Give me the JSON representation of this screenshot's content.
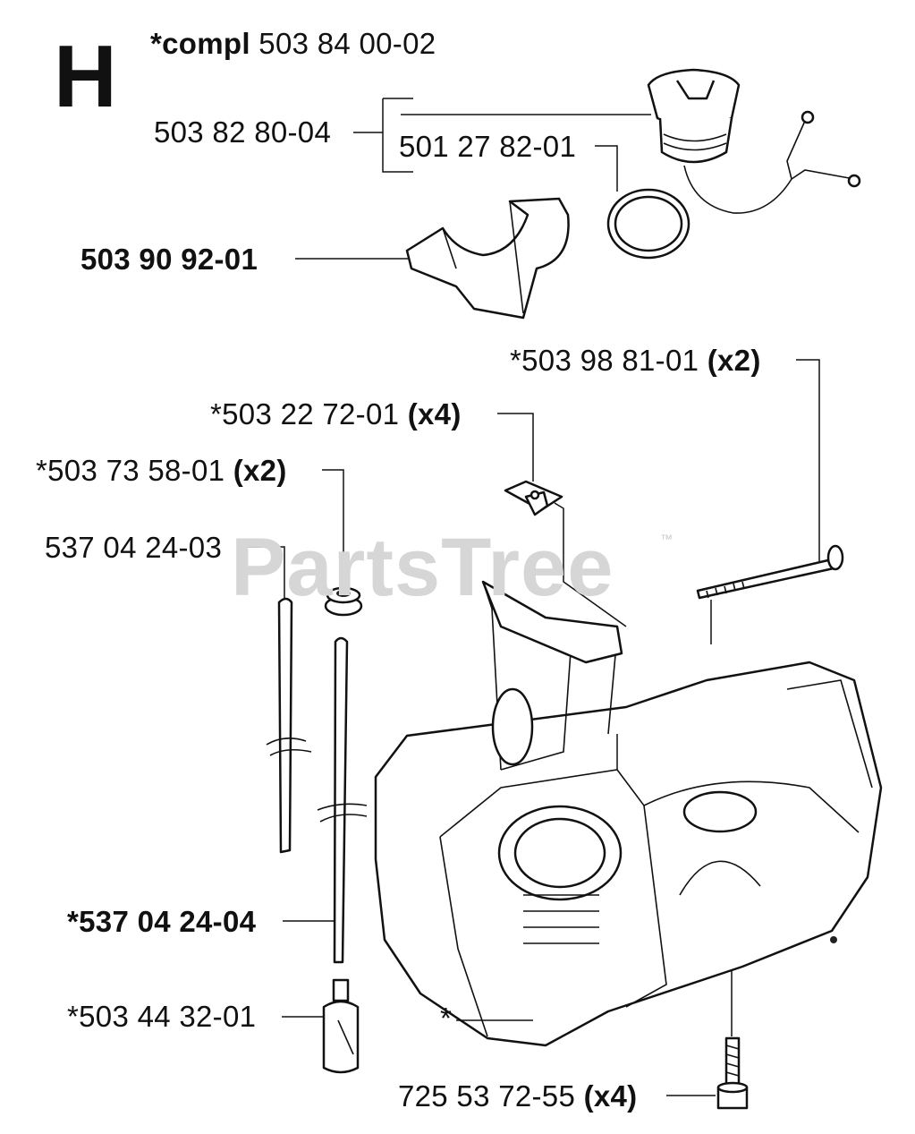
{
  "section": "H",
  "watermark": {
    "text": "PartsTree",
    "trademark": "™"
  },
  "labels": {
    "compl_prefix": "*compl",
    "compl_number": "503 84 00-02",
    "cap_assembly": "503 82 80-04",
    "o_ring": "501 27 82-01",
    "bracket": "503 90 92-01",
    "screw_long": "*503 98 81-01",
    "screw_long_qty": "(x2)",
    "clip": "*503 22 72-01",
    "clip_qty": "(x4)",
    "grommet": "*503 73 58-01",
    "grommet_qty": "(x2)",
    "hose_a": "537 04 24-03",
    "hose_b": "*537 04 24-04",
    "filter": "*503 44 32-01",
    "tank_asterisk": "*",
    "screw_short": "725 53 72-55",
    "screw_short_qty": "(x4)"
  }
}
